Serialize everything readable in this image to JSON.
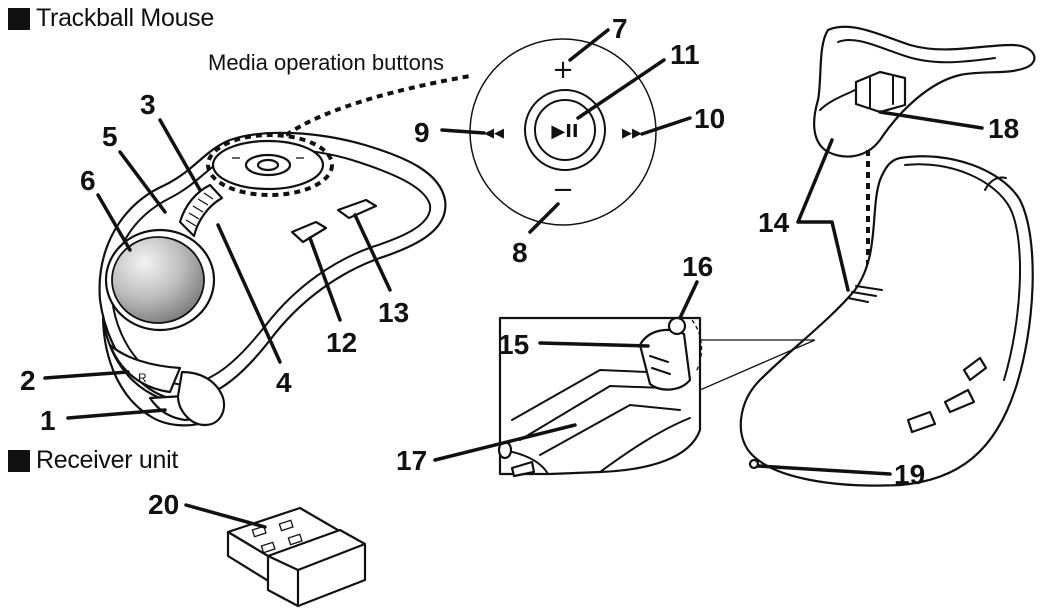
{
  "headings": {
    "trackball": "Trackball Mouse",
    "receiver": "Receiver unit",
    "media_buttons": "Media operation buttons"
  },
  "media_symbols": {
    "plus": "+",
    "minus": "−",
    "play_pause": "▶II",
    "rewind": "◀◀",
    "forward": "▶▶"
  },
  "mouse_marks": {
    "right": "R"
  },
  "callouts": [
    "1",
    "2",
    "3",
    "4",
    "5",
    "6",
    "7",
    "8",
    "9",
    "10",
    "11",
    "12",
    "13",
    "14",
    "15",
    "16",
    "17",
    "18",
    "19",
    "20"
  ]
}
